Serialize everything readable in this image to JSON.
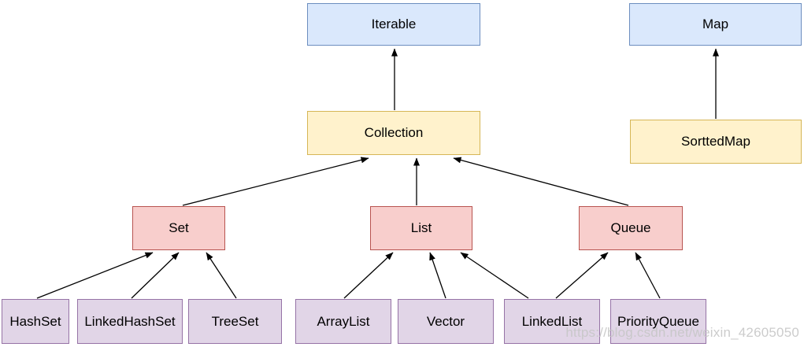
{
  "diagram": {
    "nodes": {
      "iterable": {
        "label": "Iterable"
      },
      "map": {
        "label": "Map"
      },
      "collection": {
        "label": "Collection"
      },
      "sorttedmap": {
        "label": "SorttedMap"
      },
      "set": {
        "label": "Set"
      },
      "list": {
        "label": "List"
      },
      "queue": {
        "label": "Queue"
      },
      "hashset": {
        "label": "HashSet"
      },
      "linkedhashset": {
        "label": "LinkedHashSet"
      },
      "treeset": {
        "label": "TreeSet"
      },
      "arraylist": {
        "label": "ArrayList"
      },
      "vector": {
        "label": "Vector"
      },
      "linkedlist": {
        "label": "LinkedList"
      },
      "priorityqueue": {
        "label": "PriorityQueue"
      }
    },
    "edges": [
      {
        "from": "Collection",
        "to": "Iterable"
      },
      {
        "from": "SorttedMap",
        "to": "Map"
      },
      {
        "from": "Set",
        "to": "Collection"
      },
      {
        "from": "List",
        "to": "Collection"
      },
      {
        "from": "Queue",
        "to": "Collection"
      },
      {
        "from": "HashSet",
        "to": "Set"
      },
      {
        "from": "LinkedHashSet",
        "to": "Set"
      },
      {
        "from": "TreeSet",
        "to": "Set"
      },
      {
        "from": "ArrayList",
        "to": "List"
      },
      {
        "from": "Vector",
        "to": "List"
      },
      {
        "from": "LinkedList",
        "to": "List"
      },
      {
        "from": "LinkedList",
        "to": "Queue"
      },
      {
        "from": "PriorityQueue",
        "to": "Queue"
      }
    ],
    "colors": {
      "blue_fill": "#dae8fc",
      "blue_stroke": "#6c8ebf",
      "yellow_fill": "#fff2cc",
      "yellow_stroke": "#d6b656",
      "red_fill": "#f8cecc",
      "red_stroke": "#b85450",
      "purple_fill": "#e1d5e7",
      "purple_stroke": "#9673a6",
      "arrow": "#000000",
      "watermark_text": "#c6c6c6"
    },
    "watermark": "https://blog.csdn.net/weixin_42605050"
  }
}
